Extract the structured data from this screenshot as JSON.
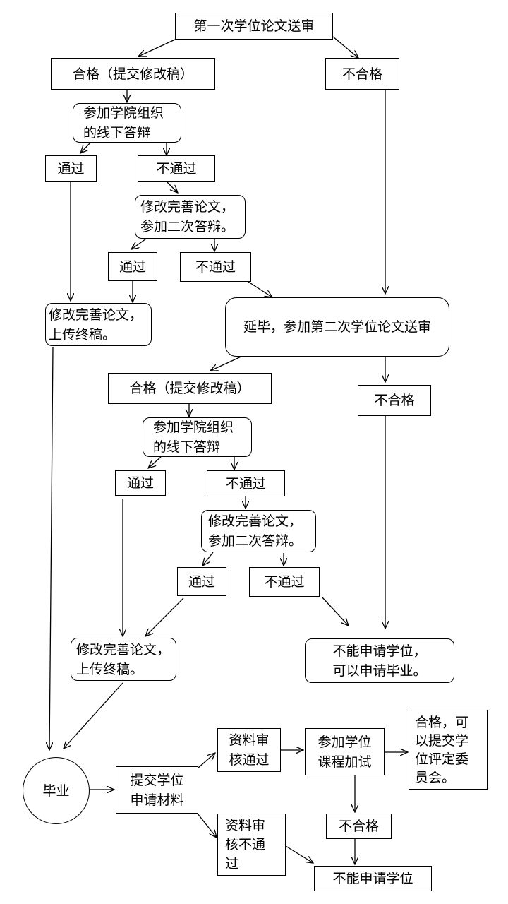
{
  "nodes": {
    "first_review": "第一次学位论文送审",
    "pass_1": "合格（提交修改稿）",
    "fail_1": "不合格",
    "defense_1": [
      "参加学院组织",
      "的线下答辩"
    ],
    "through_1": "通过",
    "not_through_1": "不通过",
    "revise_1": [
      "修改完善论文，",
      "参加二次答辩。"
    ],
    "through_2": "通过",
    "not_through_2": "不通过",
    "upload_1": [
      "修改完善论文，",
      "上传终稿。"
    ],
    "delay": "延毕，参加第二次学位论文送审",
    "pass_2": "合格（提交修改稿）",
    "fail_2": "不合格",
    "defense_2": [
      "参加学院组织",
      "的线下答辩"
    ],
    "through_3": "通过",
    "not_through_3": "不通过",
    "revise_2": [
      "修改完善论文，",
      "参加二次答辩。"
    ],
    "through_4": "通过",
    "not_through_4": "不通过",
    "upload_2": [
      "修改完善论文，",
      "上传终稿。"
    ],
    "no_degree_grad": [
      "不能申请学位，",
      "可以申请毕业。"
    ],
    "graduate": "毕业",
    "submit_materials": [
      "提交学位",
      "申请材料"
    ],
    "materials_ok": [
      "资料审",
      "核通过"
    ],
    "course_exam": [
      "参加学位",
      "课程加试"
    ],
    "qualified": [
      "合格，可",
      "以提交学",
      "位评定委",
      "员会。"
    ],
    "unqualified": "不合格",
    "materials_fail": [
      "资料审",
      "核不通",
      "过"
    ],
    "no_degree": "不能申请学位"
  }
}
